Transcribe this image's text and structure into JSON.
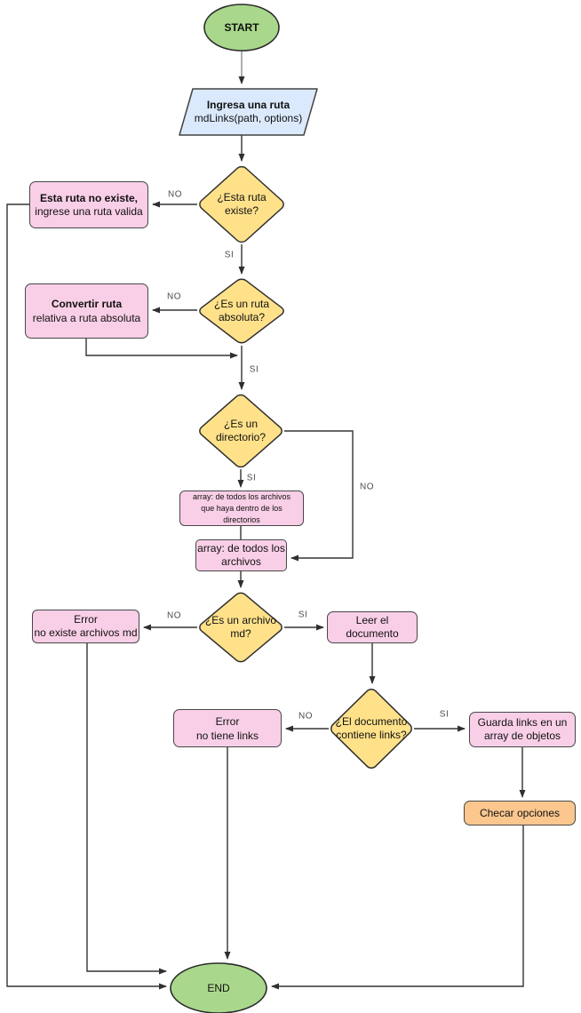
{
  "nodes": {
    "start": {
      "label": "START"
    },
    "input": {
      "lines": [
        "Ingresa una ruta",
        "mdLinks(path, options)"
      ]
    },
    "d_exists": {
      "lines": [
        "¿Esta ruta",
        "existe?"
      ]
    },
    "no_exists": {
      "lines": [
        "Esta ruta no existe,",
        "ingrese una ruta valida"
      ]
    },
    "d_absolute": {
      "lines": [
        "¿Es un ruta",
        "absoluta?"
      ]
    },
    "convertir": {
      "lines": [
        "Convertir  ruta",
        "relativa a ruta absoluta"
      ]
    },
    "d_directory": {
      "lines": [
        "¿Es un",
        "directorio?"
      ]
    },
    "array_dir": {
      "lines": [
        "array: de todos los archivos",
        "que haya dentro de los",
        "directorios"
      ]
    },
    "array_all": {
      "lines": [
        "array: de todos los",
        "archivos"
      ]
    },
    "d_mdfile": {
      "lines": [
        "¿Es un archivo",
        "md?"
      ]
    },
    "error_md": {
      "lines": [
        "Error",
        "no existe archivos md"
      ]
    },
    "leer": {
      "lines": [
        "Leer el",
        "documento"
      ]
    },
    "d_links": {
      "lines": [
        "¿El documento",
        "contiene links?"
      ]
    },
    "error_links": {
      "lines": [
        "Error",
        "no tiene links"
      ]
    },
    "guarda": {
      "lines": [
        "Guarda links en un",
        "array de objetos"
      ]
    },
    "checar": {
      "label": "Checar opciones"
    },
    "end": {
      "label": "END"
    }
  },
  "edge_labels": {
    "exists_no": "NO",
    "exists_si": "SI",
    "absolute_no": "NO",
    "absolute_si": "SI",
    "directory_si": "SI",
    "directory_no": "NO",
    "mdfile_no": "NO",
    "mdfile_si": "SI",
    "links_no": "NO",
    "links_si": "SI"
  },
  "colors": {
    "terminal_fill": "#a9d88c",
    "decision_fill": "#ffe18a",
    "process_fill": "#f9cfe7",
    "io_fill": "#dbe9fc",
    "options_fill": "#fbc78e",
    "stroke": "#333333",
    "label_text": "#4d4d4d"
  }
}
